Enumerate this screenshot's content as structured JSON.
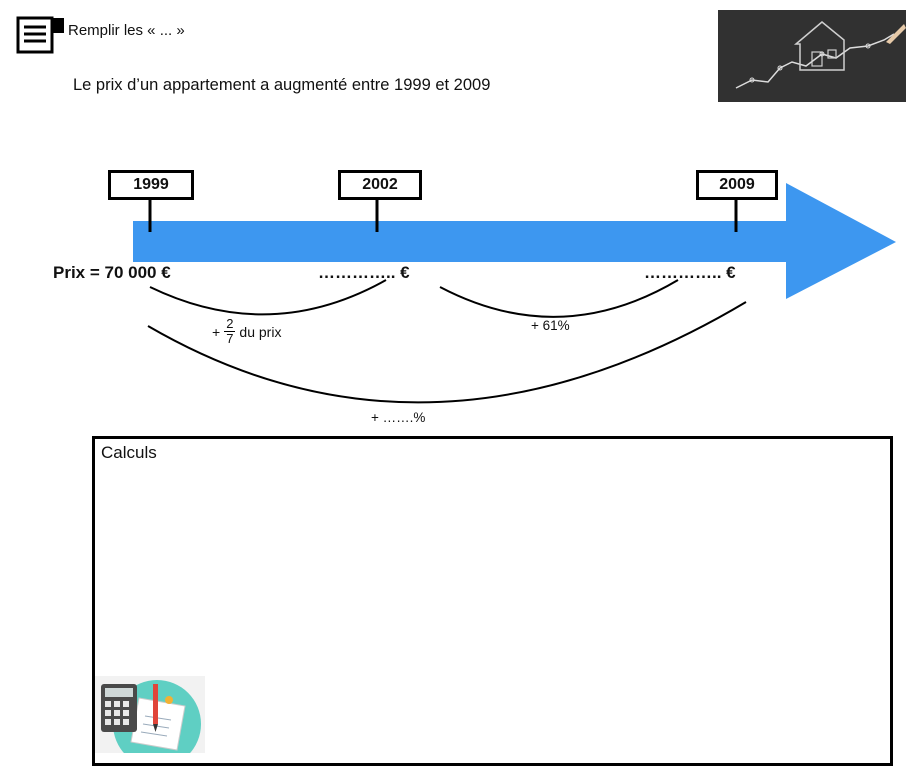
{
  "header": {
    "instruction": "Remplir les « ... »",
    "subtitle": "Le prix d’un appartement a augmenté entre 1999 et 2009"
  },
  "timeline": {
    "years": [
      "1999",
      "2002",
      "2009"
    ],
    "price_start": "Prix = 70 000 €",
    "price_2002": "………….. €",
    "price_2009": "………….. €",
    "arrow_color": "#3d97f0"
  },
  "increases": {
    "first_prefix": "+",
    "first_numerator": "2",
    "first_denominator": "7",
    "first_suffix": "du prix",
    "second": "+ 61%",
    "total": "+ …….%"
  },
  "calculs": {
    "title": "Calculs"
  }
}
